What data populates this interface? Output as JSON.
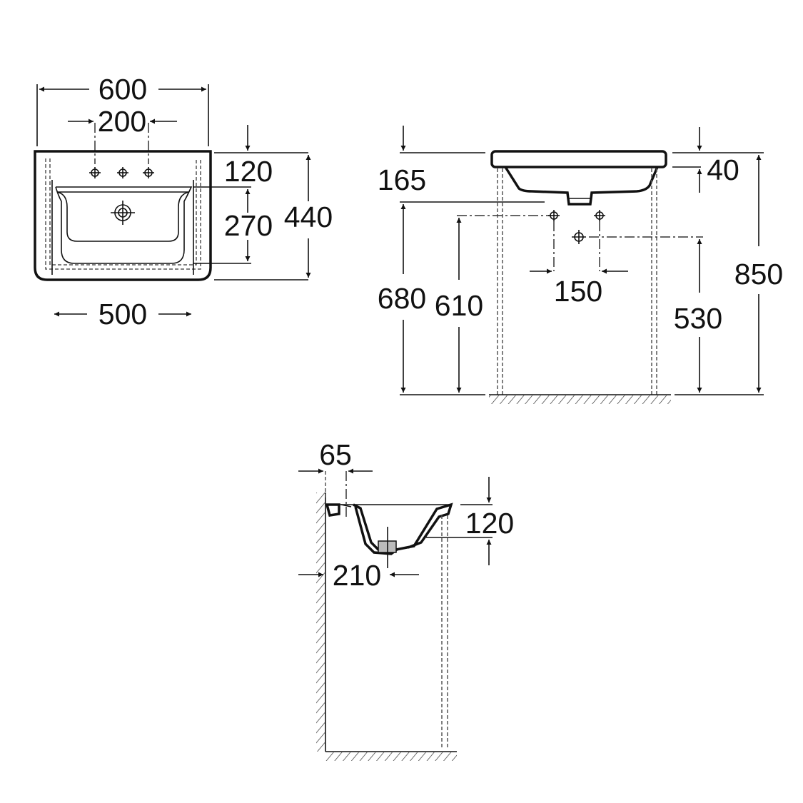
{
  "top_view": {
    "overall_width": "600",
    "tap_spacing": "200",
    "tap_from_back": "120",
    "bowl_depth": "270",
    "overall_depth": "440",
    "bowl_width": "500"
  },
  "front_view": {
    "rim_to_waste": "165",
    "waste_height": "680",
    "tap_supply_height": "610",
    "supply_spacing": "150",
    "outlet_height": "530",
    "rim_thickness": "40",
    "rim_height": "850"
  },
  "side_view": {
    "wall_to_tap": "65",
    "bowl_depth": "120",
    "wall_to_waste": "210"
  },
  "colors": {
    "line": "#111111",
    "background": "#ffffff"
  }
}
